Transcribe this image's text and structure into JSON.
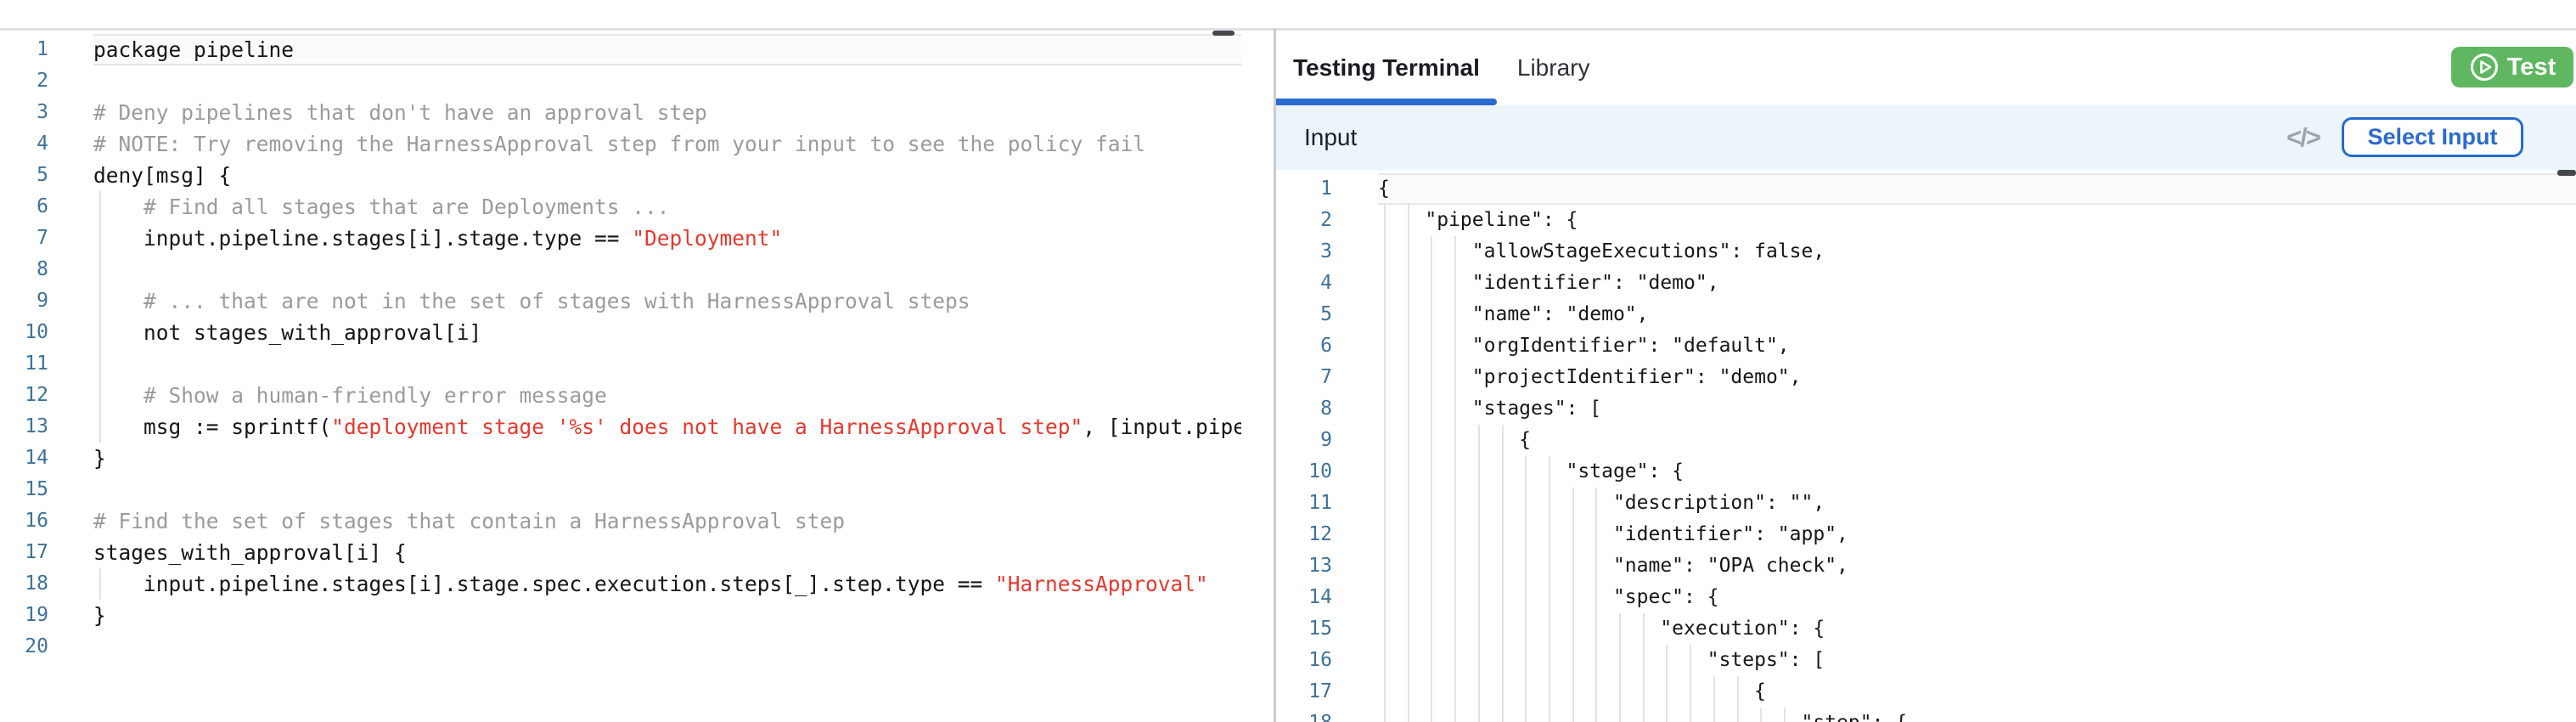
{
  "colors": {
    "accent_blue": "#2b6ad1",
    "test_button_green": "#5fb761",
    "string_red": "#e6392d",
    "comment_gray": "#9b9b9b",
    "line_number_blue": "#3d729a",
    "input_bar_bg": "#ebf5fb"
  },
  "left_editor": {
    "active_line": 1,
    "indent_unit": 4,
    "lines": [
      [
        [
          "p",
          "package pipeline"
        ]
      ],
      [],
      [
        [
          "c",
          "# Deny pipelines that don't have an approval step"
        ]
      ],
      [
        [
          "c",
          "# NOTE: Try removing the HarnessApproval step from your input to see the policy fail"
        ]
      ],
      [
        [
          "p",
          "deny[msg] {"
        ]
      ],
      [
        [
          "c",
          "    # Find all stages that are Deployments ..."
        ]
      ],
      [
        [
          "p",
          "    input.pipeline.stages[i].stage.type == "
        ],
        [
          "s",
          "\"Deployment\""
        ]
      ],
      [],
      [
        [
          "c",
          "    # ... that are not in the set of stages with HarnessApproval steps"
        ]
      ],
      [
        [
          "p",
          "    not stages_with_approval[i]"
        ]
      ],
      [],
      [
        [
          "c",
          "    # Show a human-friendly error message"
        ]
      ],
      [
        [
          "p",
          "    msg := sprintf("
        ],
        [
          "s",
          "\"deployment stage '%s' does not have a HarnessApproval step\""
        ],
        [
          "p",
          ", [input.pipel"
        ]
      ],
      [
        [
          "p",
          "}"
        ]
      ],
      [],
      [
        [
          "c",
          "# Find the set of stages that contain a HarnessApproval step"
        ]
      ],
      [
        [
          "p",
          "stages_with_approval[i] {"
        ]
      ],
      [
        [
          "p",
          "    input.pipeline.stages[i].stage.spec.execution.steps[_].step.type == "
        ],
        [
          "s",
          "\"HarnessApproval\""
        ]
      ],
      [
        [
          "p",
          "}"
        ]
      ],
      []
    ]
  },
  "right_panel": {
    "tabs": [
      {
        "label": "Testing Terminal",
        "active": true
      },
      {
        "label": "Library",
        "active": false
      }
    ],
    "test_button": {
      "label": "Test"
    },
    "input_bar": {
      "title": "Input",
      "code_icon": "</>",
      "select_button_label": "Select Input"
    },
    "editor": {
      "active_line": 1,
      "indent_unit": 2,
      "lines": [
        [
          [
            "p",
            "{"
          ]
        ],
        [
          [
            "p",
            "    \"pipeline\": {"
          ]
        ],
        [
          [
            "p",
            "        \"allowStageExecutions\": false,"
          ]
        ],
        [
          [
            "p",
            "        \"identifier\": \"demo\","
          ]
        ],
        [
          [
            "p",
            "        \"name\": \"demo\","
          ]
        ],
        [
          [
            "p",
            "        \"orgIdentifier\": \"default\","
          ]
        ],
        [
          [
            "p",
            "        \"projectIdentifier\": \"demo\","
          ]
        ],
        [
          [
            "p",
            "        \"stages\": ["
          ]
        ],
        [
          [
            "p",
            "            {"
          ]
        ],
        [
          [
            "p",
            "                \"stage\": {"
          ]
        ],
        [
          [
            "p",
            "                    \"description\": \"\","
          ]
        ],
        [
          [
            "p",
            "                    \"identifier\": \"app\","
          ]
        ],
        [
          [
            "p",
            "                    \"name\": \"OPA check\","
          ]
        ],
        [
          [
            "p",
            "                    \"spec\": {"
          ]
        ],
        [
          [
            "p",
            "                        \"execution\": {"
          ]
        ],
        [
          [
            "p",
            "                            \"steps\": ["
          ]
        ],
        [
          [
            "p",
            "                                {"
          ]
        ],
        [
          [
            "p",
            "                                    \"step\": {"
          ]
        ]
      ]
    }
  }
}
